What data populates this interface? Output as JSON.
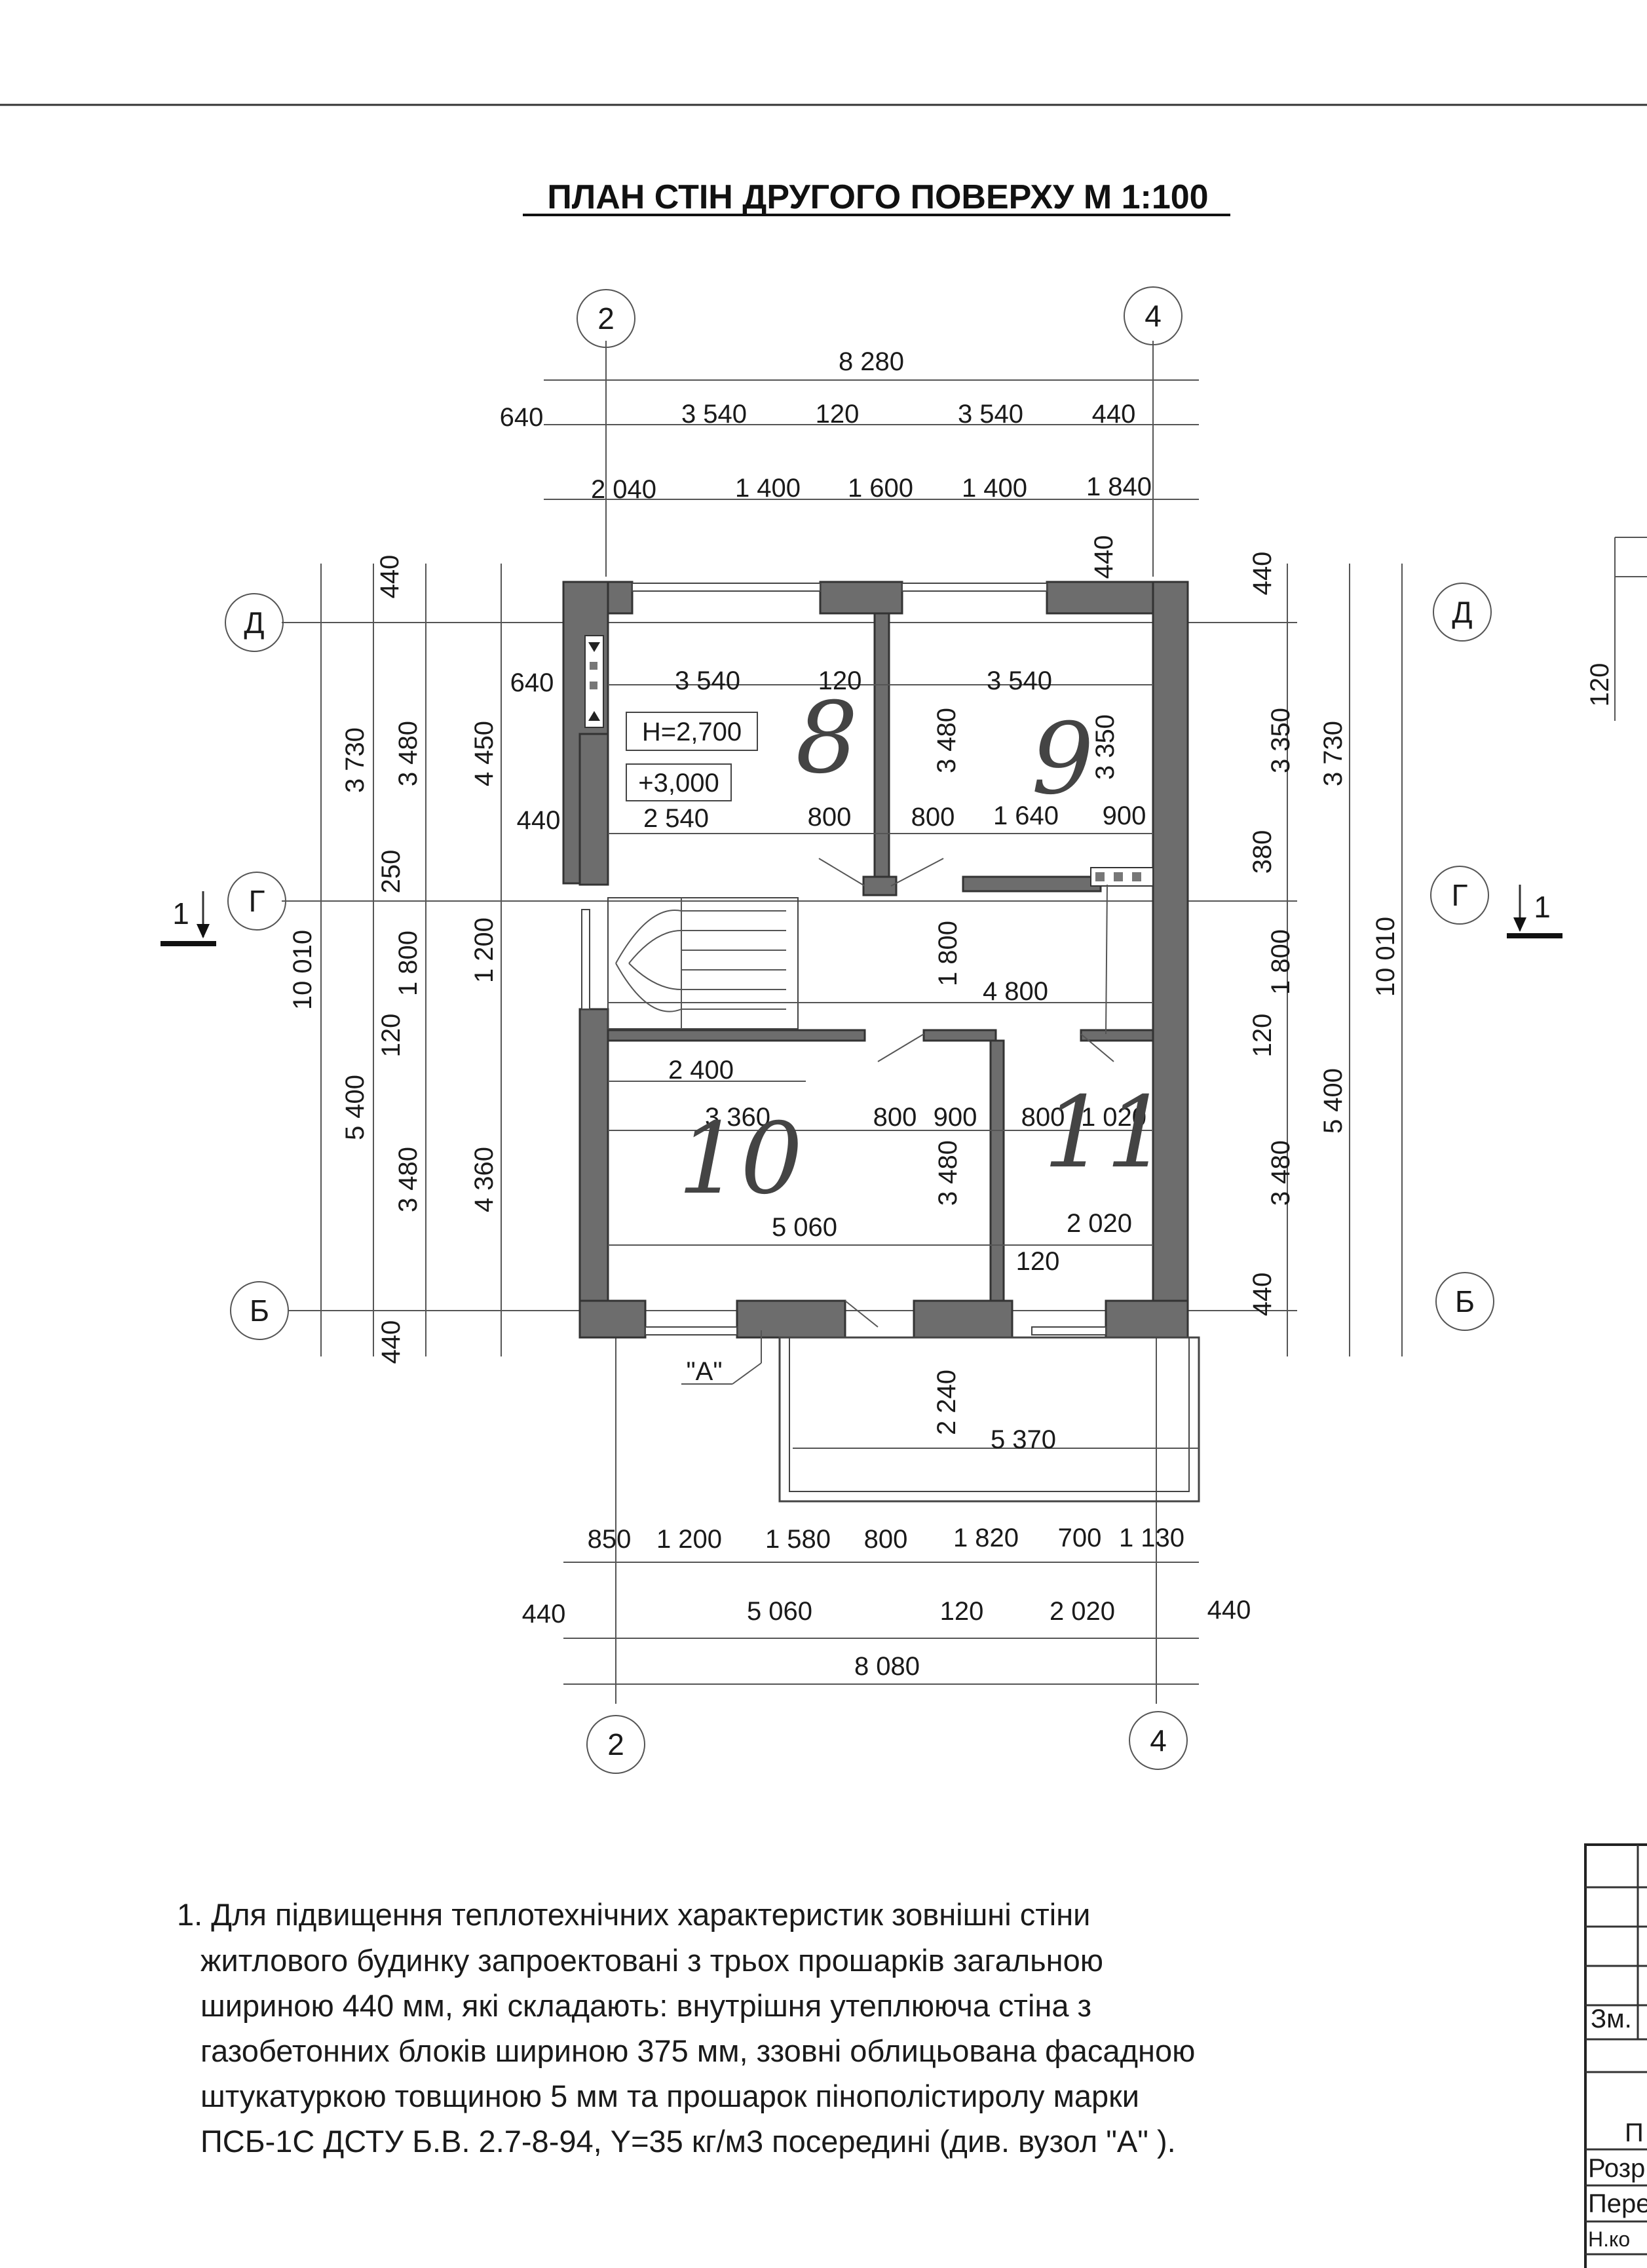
{
  "title": "ПЛАН СТІН ДРУГОГО ПОВЕРХУ М 1:100",
  "axes": {
    "top_left": "2",
    "top_right": "4",
    "bottom_left": "2",
    "bottom_right": "4",
    "left_top": "Д",
    "left_mid": "Г",
    "left_bot": "Б",
    "right_top": "Д",
    "right_mid": "Г",
    "right_bot": "Б"
  },
  "section_marks": {
    "left": "1",
    "right": "1"
  },
  "dims_top": {
    "overall": "8 280",
    "row2": [
      "640",
      "3 540",
      "120",
      "3 540",
      "440"
    ],
    "row3": [
      "2 040",
      "1 400",
      "1 600",
      "1 400",
      "1 840"
    ]
  },
  "dims_bottom": {
    "row1": [
      "850",
      "1 200",
      "1 580",
      "800",
      "1 820",
      "700",
      "1 130"
    ],
    "row2": [
      "440",
      "5 060",
      "120",
      "2 020",
      "440"
    ],
    "overall": "8 080"
  },
  "dims_left": {
    "overall": "10 010",
    "a1": [
      "3 730",
      "5 400"
    ],
    "a2": [
      "440",
      "3 480",
      "250",
      "1 800",
      "120",
      "3 480",
      "440"
    ],
    "a3": [
      "4 450",
      "1 200",
      "4 360"
    ]
  },
  "dims_right": {
    "overall": "10 010",
    "a1": [
      "3 730",
      "5 400"
    ],
    "a2": [
      "440",
      "3 350",
      "380",
      "1 800",
      "120",
      "3 480",
      "440"
    ]
  },
  "interior_dims": {
    "r8_width": "3 540",
    "r8_wall": "120",
    "r9_width": "3 540",
    "left_640": "640",
    "left_440": "440",
    "top_440": "440",
    "r8_lower": "2 540",
    "r8_door": "800",
    "r9_door": "800",
    "r9_1640": "1 640",
    "r9_900": "900",
    "r8_height": "3 480",
    "r9_height": "3 350",
    "hall_1800": "1 800",
    "hall_4800": "4 800",
    "r10_2400": "2 400",
    "r10_3360": "3 360",
    "r10_800": "800",
    "r10_900": "900",
    "r11_800": "800",
    "r11_1020": "1 020",
    "r10_height": "3 480",
    "r10_width": "5 060",
    "r11_width": "2 020",
    "r11_120": "120",
    "balcony_2240": "2 240",
    "balcony_5370": "5 370"
  },
  "level_h": "H=2,700",
  "level_mark": "+3,000",
  "rooms": [
    "8",
    "9",
    "10",
    "11"
  ],
  "node_label": "\"А\"",
  "note": [
    "1.  Для  підвищення  теплотехнічних  характеристик  зовнішні  стіни",
    "житлового  будинку  запроектовані  з  трьох  прошарків  загальною",
    "шириною  440  мм,  які  складають:  внутрішня  утеплююча  стіна  з",
    "газобетонних блоків шириною 375 мм, ззовні облицьована фасадною",
    "штукатуркою  товщиною  5  мм  та  прошарок  пінополістиролу  марки",
    "ПСБ-1С ДСТУ Б.В. 2.7-8-94, Y=35 кг/м3 посередині (див. вузол \"А\" )."
  ],
  "stamp": {
    "side_dim": "120",
    "zm": "Зм.",
    "p": "П",
    "rows": [
      "Розр",
      "Пере",
      "Н.ко"
    ]
  }
}
